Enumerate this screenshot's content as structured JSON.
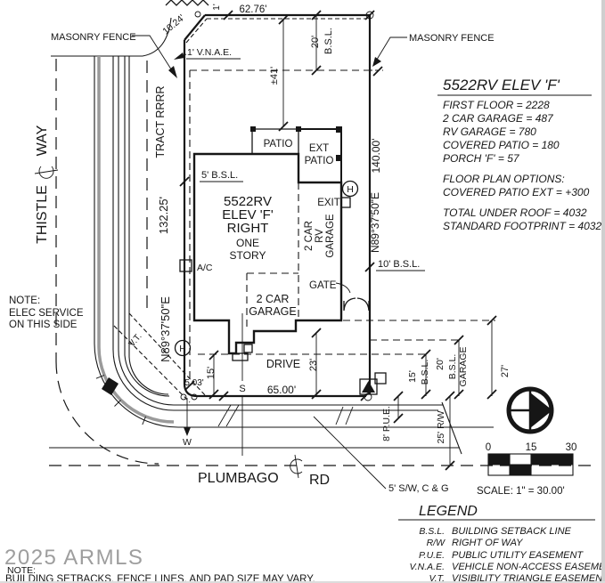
{
  "info_block": {
    "title": "5522RV ELEV 'F'",
    "line1": "FIRST FLOOR = 2228",
    "line2": "2 CAR GARAGE = 487",
    "line3": "RV GARAGE = 780",
    "line4": "COVERED PATIO = 180",
    "line5": "PORCH 'F' = 57",
    "line6": "FLOOR PLAN OPTIONS:",
    "line7": "COVERED PATIO EXT = +300",
    "line8": "TOTAL UNDER ROOF = 4032",
    "line9": "STANDARD FOOTPRINT = 4032"
  },
  "legend": {
    "title": "LEGEND",
    "entries": [
      {
        "abbr": "B.S.L.",
        "desc": "BUILDING SETBACK LINE"
      },
      {
        "abbr": "R/W",
        "desc": "RIGHT OF WAY"
      },
      {
        "abbr": "P.U.E.",
        "desc": "PUBLIC UTILITY EASEMENT"
      },
      {
        "abbr": "V.N.A.E.",
        "desc": "VEHICLE NON-ACCESS EASEMENT"
      },
      {
        "abbr": "V.T.",
        "desc": "VISIBILITY TRIANGLE EASEMENT"
      }
    ]
  },
  "scale_bar": {
    "tick0": "0",
    "tick15": "15",
    "tick30": "30",
    "text": "SCALE: 1\" = 30.00'"
  },
  "streets": {
    "thistle": "THISTLE",
    "way": "WAY",
    "plumbago": "PLUMBAGO",
    "rd": "RD"
  },
  "house": {
    "model1": "5522RV",
    "model2": "ELEV 'F'",
    "model3": "RIGHT",
    "story1": "ONE",
    "story2": "STORY",
    "garage1": "2 CAR",
    "garage2": "GARAGE",
    "rv1": "2 CAR",
    "rv2": "RV",
    "rv3": "GARAGE",
    "patio": "PATIO",
    "ext1": "EXT",
    "ext2": "PATIO",
    "exit": "EXIT",
    "ac": "A/C",
    "gate": "GATE",
    "drive": "DRIVE",
    "h": "H"
  },
  "dims": {
    "d6276": "62.76'",
    "d1024": "10.24'",
    "d1": "1'",
    "vnae": "1' V.N.A.E.",
    "d20": "20'",
    "bsl": "B.S.L.",
    "d41": "±41'",
    "east_dist": "140.00'",
    "east_bearing": "N89°37'50\"E",
    "west_dist": "132.25'",
    "west_bearing": "N89°37'50\"E",
    "bsl5": "5' B.S.L.",
    "bsl10": "10' B.S.L.",
    "d15": "15'",
    "d23": "23'",
    "d65": "65.00'",
    "d503": "5.03'",
    "r15": "15'",
    "rbsl": "B.S.L.",
    "r20": "20'",
    "rbsl2a": "B.S.L.",
    "rbsl2b": "GARAGE",
    "d27": "27'",
    "pue": "8' P.U.E.",
    "rw": "25' R/W",
    "sw": "5' S/W, C & G"
  },
  "labels": {
    "masonry_left": "MASONRY FENCE",
    "masonry_right": "MASONRY FENCE",
    "tract": "TRACT RRRR",
    "vt": "V.T.",
    "s": "S",
    "w": "W",
    "note1": "NOTE:",
    "note2": "ELEC SERVICE",
    "note3": "ON THIS SIDE"
  },
  "footer": {
    "watermark": "2025 ARMLS",
    "note_label": "NOTE:",
    "note_text": "BUILDING SETBACKS, FENCE LINES, AND PAD SIZE MAY VARY."
  }
}
